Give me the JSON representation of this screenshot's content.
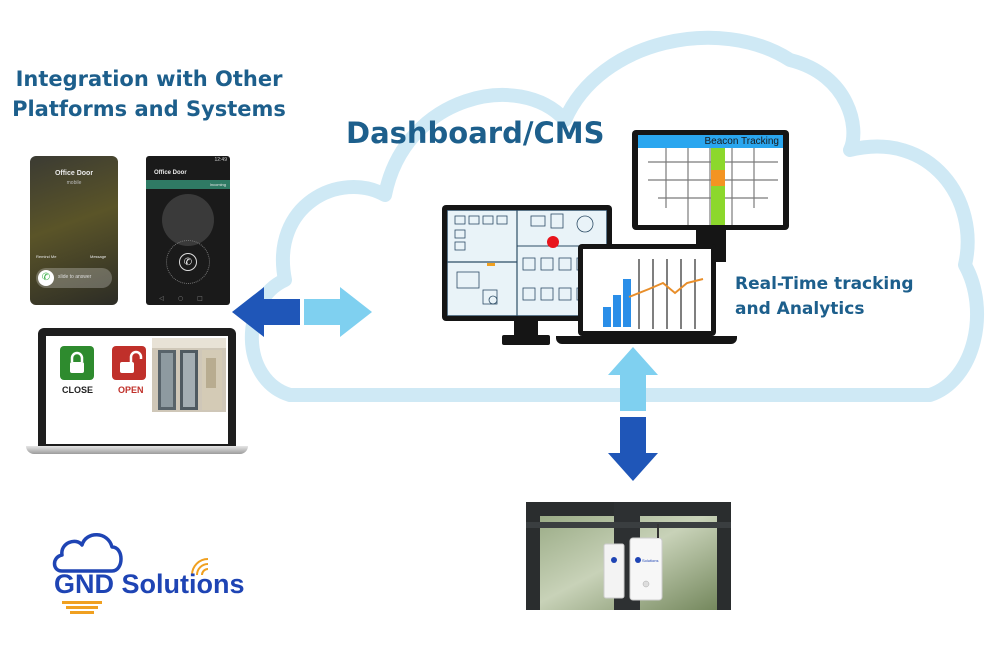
{
  "integration": {
    "title_line1": "Integration with Other",
    "title_line2": "Platforms and Systems"
  },
  "dashboard": {
    "title": "Dashboard/CMS"
  },
  "tracking": {
    "line1": "Real-Time tracking",
    "line2": "and Analytics"
  },
  "beacon_monitor": {
    "header": "Beacon Tracking"
  },
  "phone_left": {
    "caller": "Office Door",
    "subtitle": "mobile",
    "remind": "Remind Me",
    "message": "Message",
    "slide": "slide to answer"
  },
  "phone_right": {
    "caller": "Office Door",
    "status": "Incoming",
    "clock": "12:49"
  },
  "door_app": {
    "close_label": "CLOSE",
    "open_label": "OPEN",
    "close_color": "#2e8b2e",
    "open_color": "#c0302a"
  },
  "sensor_label": "Solutions",
  "brand": {
    "part1": "GND",
    "part2": "Solutions",
    "brand_color": "#1e44b4",
    "accent_color": "#f0a020"
  },
  "colors": {
    "cloud_outline": "#cfe9f5",
    "heading": "#1d5f8c",
    "arrow_dark": "#1f56b8",
    "arrow_light": "#7fd0f0"
  },
  "icons": [
    "phone-icon",
    "unlock-icon",
    "lock-icon",
    "cloud-icon",
    "wifi-icon"
  ]
}
